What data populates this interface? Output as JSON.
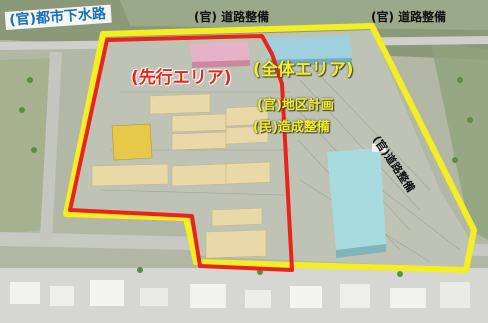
{
  "labels": {
    "sewer": "(官)都市下水路",
    "road_top_1": "(官) 道路整備",
    "road_top_2": "(官) 道路整備",
    "road_diagonal": "(官)道路整備",
    "advance_area": "(先行エリア)",
    "all_area": "(全体エリア)",
    "district_plan": "(官)地区計画",
    "development": "(民)造成整備"
  },
  "colors": {
    "boundary_all": "#f4ef22",
    "boundary_advance": "#e8241b",
    "sewer_text": "#1a6fb8",
    "building_yellow": "#e6c84a",
    "building_cream": "#ead9a8",
    "building_pink": "#e7b1c8",
    "building_blue": "#9fd0dd"
  }
}
